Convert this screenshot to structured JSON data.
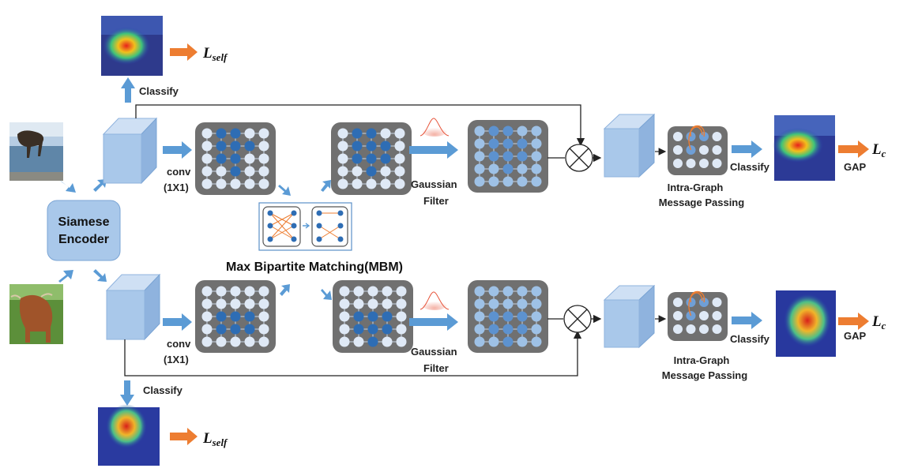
{
  "labels": {
    "classify": "Classify",
    "siamese_line1": "Siamese",
    "siamese_line2": "Encoder",
    "conv_line1": "conv",
    "conv_line2": "(1X1)",
    "gaussian_line1": "Gaussian",
    "gaussian_line2": "Filter",
    "mbm": "Max Bipartite Matching(MBM)",
    "intra_line1": "Intra-Graph",
    "intra_line2": "Message Passing",
    "gap": "GAP",
    "l_self_base": "L",
    "l_self_sub": "self",
    "l_c_base": "L",
    "l_c_sub": "c"
  },
  "images": {
    "input_top": "cow-photo",
    "input_bottom": "highland-cattle-photo",
    "cam_self_top": "cow-heatmap",
    "cam_self_bottom": "cattle-heatmap",
    "cam_out_top": "cow-heatmap-output",
    "cam_out_bottom": "cattle-heatmap-output"
  },
  "colors": {
    "cube_face": "#a9c8ea",
    "cube_top": "#cfe0f4",
    "cube_side": "#8fb3de",
    "node_dark": "#2e6db4",
    "node_light": "#dfe9f6",
    "panel": "#707070",
    "arrow_blue": "#5b9bd5",
    "arrow_orange": "#ed7d31",
    "encoder_fill": "#a9c8ea"
  }
}
